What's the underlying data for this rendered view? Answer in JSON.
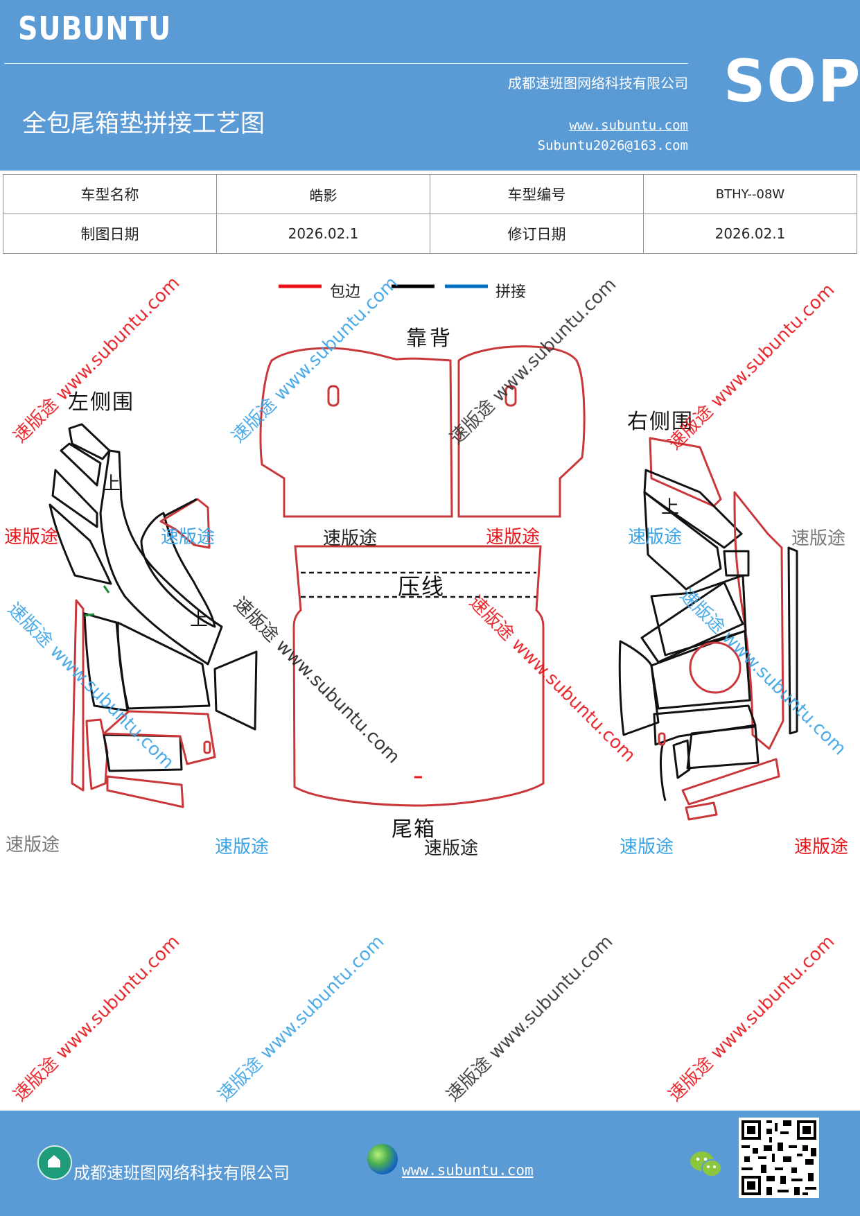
{
  "header": {
    "brand": "SUBUNTU",
    "company": "成都速班图网络科技有限公司",
    "sop_badge": "SOP",
    "title": "全包尾箱垫拼接工艺图",
    "website": "www.subuntu.com",
    "email": "Subuntu2026@163.com"
  },
  "info_table": {
    "model_name_label": "车型名称",
    "model_name_value": "皓影",
    "model_code_label": "车型编号",
    "model_code_value": "BTHY--08W",
    "draw_date_label": "制图日期",
    "draw_date_value": "2026.02.1",
    "revise_date_label": "修订日期",
    "revise_date_value": "2026.02.1"
  },
  "legend": {
    "items": [
      {
        "label": "包边",
        "color": "#e8151b"
      },
      {
        "label": "",
        "color": "#000000"
      },
      {
        "label": "拼接",
        "color": "#0070c0"
      }
    ]
  },
  "drawing": {
    "backrest_label": "靠背",
    "trunk_label": "尾箱",
    "left_side_label": "左侧围",
    "right_side_label": "右侧围",
    "press_line_label": "压线",
    "up_mark": "上",
    "watermark_cn": "速版途",
    "watermark_url": "www.subuntu.com"
  },
  "footer": {
    "company": "成都速班图网络科技有限公司",
    "website": "www.subuntu.com",
    "home_icon": "home-icon",
    "globe_icon": "globe-icon",
    "wechat_icon": "wechat-icon",
    "qr_code": "qr-code"
  }
}
